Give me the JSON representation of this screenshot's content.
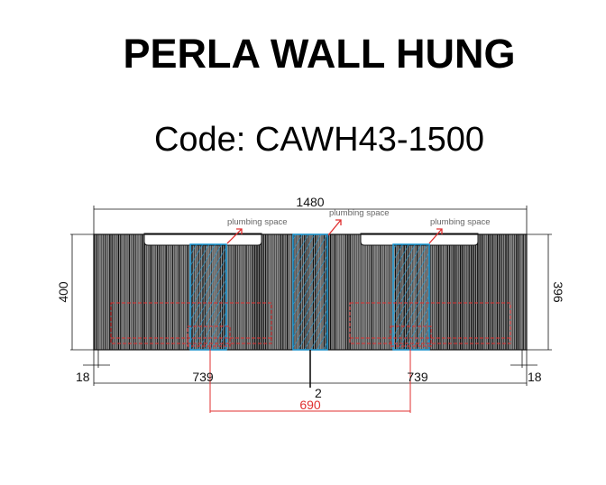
{
  "title": "PERLA WALL HUNG",
  "code": "Code: CAWH43-1500",
  "drawing": {
    "overall_width": "1480",
    "height_left": "400",
    "height_right": "396",
    "side_left": "18",
    "side_right": "18",
    "half_left": "739",
    "half_right": "739",
    "gap": "2",
    "waste_centers": "690",
    "plumbing_labels": [
      "plumbing space",
      "plumbing space",
      "plumbing space"
    ],
    "colors": {
      "plumbing": "#1e9bd7",
      "dims_red": "#e03030",
      "line": "#111111"
    }
  }
}
